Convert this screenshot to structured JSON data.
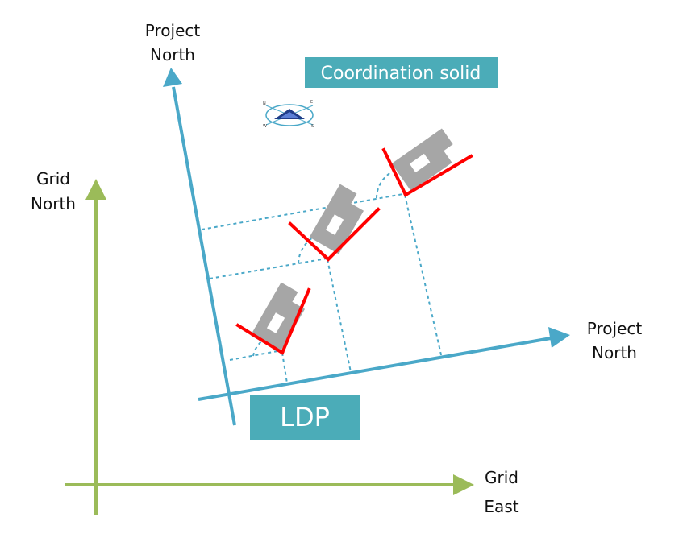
{
  "labels": {
    "project_north_top_line1": "Project",
    "project_north_top_line2": "North",
    "project_north_right_line1": "Project",
    "project_north_right_line2": "North",
    "grid_north_line1": "Grid",
    "grid_north_line2": "North",
    "grid_east_line1": "Grid",
    "grid_east_line2": "East",
    "coordination_solid": "Coordination solid",
    "ldp": "LDP"
  },
  "colors": {
    "project_axis": "#4AA8C8",
    "grid_axis": "#9BBB59",
    "teal_box": "#4BACB8",
    "building": "#A6A6A6",
    "building_window": "#ffffff",
    "red_lines": "#FF0000",
    "dashed_lines": "#4AA8C8"
  },
  "icons": {
    "coordination": "coordination-solid-icon"
  }
}
